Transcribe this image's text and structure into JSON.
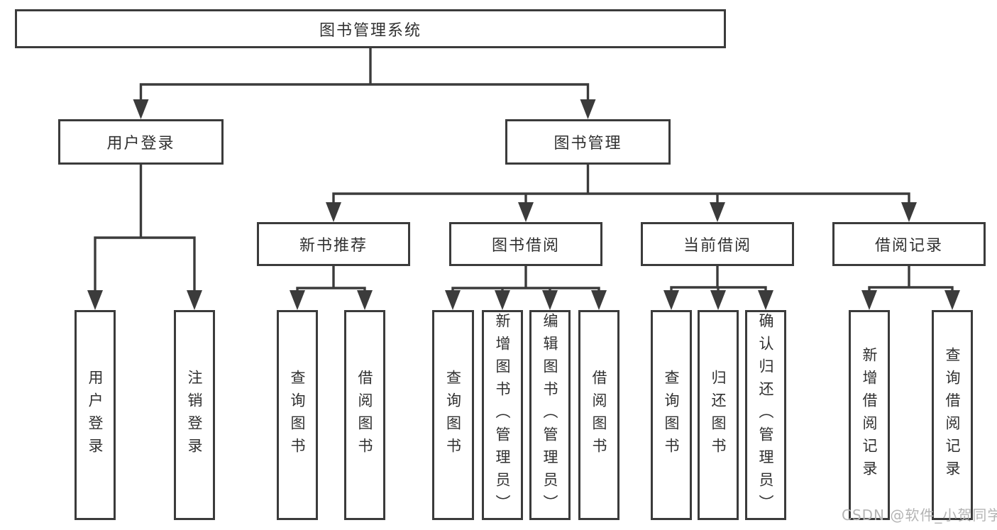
{
  "diagram": {
    "root": "图书管理系统",
    "branches": [
      {
        "label": "用户登录",
        "children": [
          "用户登录",
          "注销登录"
        ]
      },
      {
        "label": "图书管理",
        "sections": [
          {
            "label": "新书推荐",
            "children": [
              "查询图书",
              "借阅图书"
            ]
          },
          {
            "label": "图书借阅",
            "children": [
              "查询图书",
              "新增图书（管理员）",
              "编辑图书（管理员）",
              "借阅图书"
            ]
          },
          {
            "label": "当前借阅",
            "children": [
              "查询图书",
              "归还图书",
              "确认归还（管理员）"
            ]
          },
          {
            "label": "借阅记录",
            "children": [
              "新增借阅记录",
              "查询借阅记录"
            ]
          }
        ]
      }
    ]
  },
  "watermark": "CSDN @软件_小贺同学",
  "colors": {
    "line": "#3b3b3b",
    "text": "#303030",
    "watermark": "#b4b4b4",
    "background": "#ffffff"
  }
}
